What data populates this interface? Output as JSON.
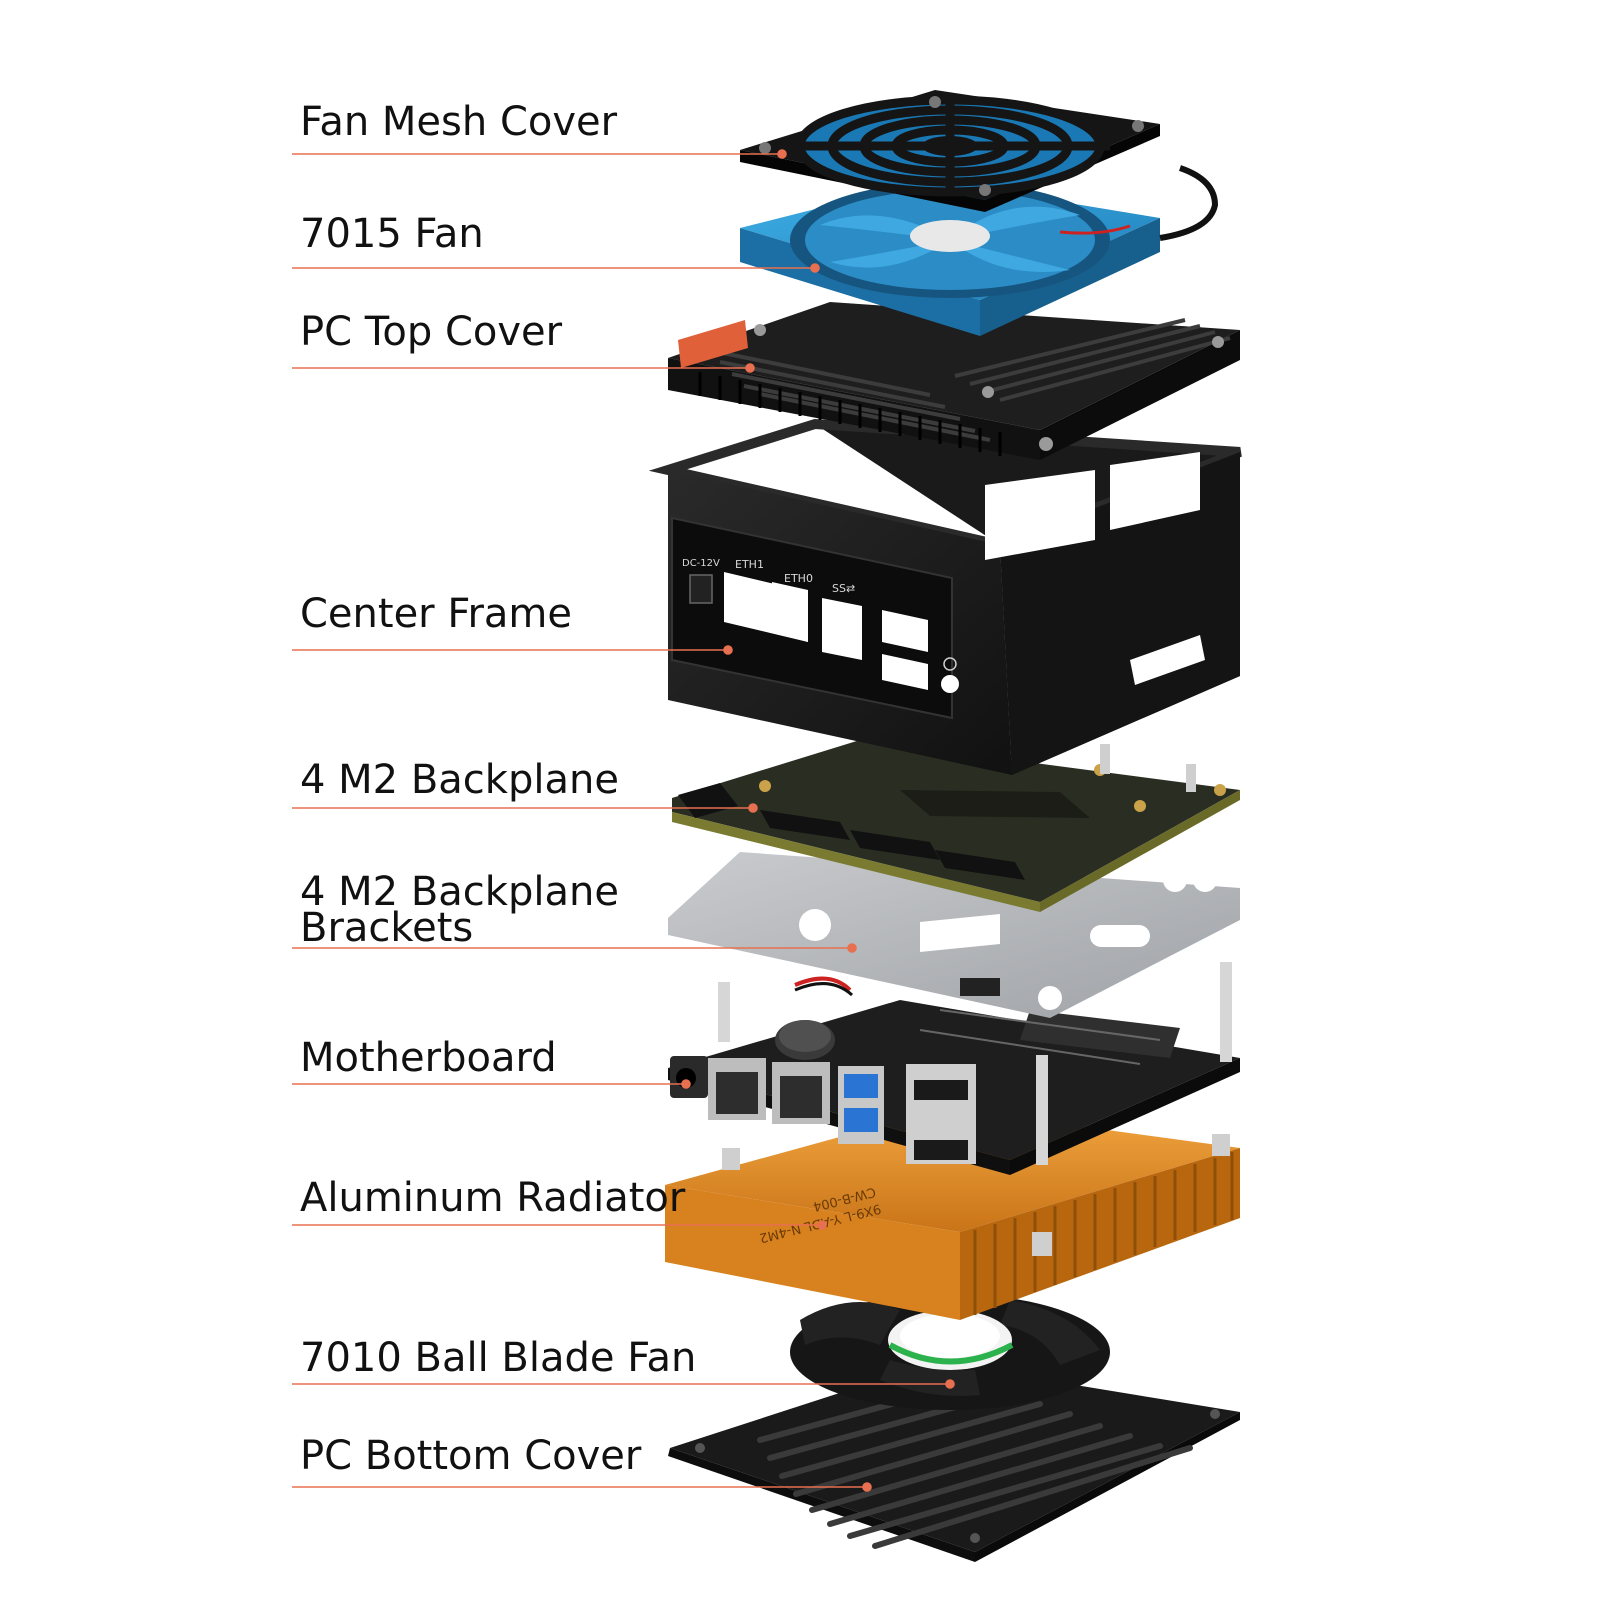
{
  "colors": {
    "leader": "#e87050",
    "label_text": "#111111",
    "fan_blue": "#2e9bd6",
    "radiator_orange": "#e8902a",
    "case_black": "#1c1c1c",
    "bracket_silver": "#b8babd",
    "pcb_green": "#5a6b3a",
    "motherboard": "#1e1e1e"
  },
  "parts": [
    {
      "id": "fan-mesh-cover",
      "label": "Fan Mesh Cover",
      "icon": "fan-grill"
    },
    {
      "id": "fan-7015",
      "label": "7015 Fan",
      "icon": "blue-fan"
    },
    {
      "id": "pc-top-cover",
      "label": "PC Top Cover",
      "icon": "heatsink-lid"
    },
    {
      "id": "center-frame",
      "label": "Center Frame",
      "icon": "case-frame"
    },
    {
      "id": "m2-backplane",
      "label": "4 M2 Backplane",
      "icon": "m2-board"
    },
    {
      "id": "m2-brackets",
      "label_lines": [
        "4 M2 Backplane",
        "Brackets"
      ],
      "icon": "metal-bracket"
    },
    {
      "id": "motherboard",
      "label": "Motherboard",
      "icon": "motherboard"
    },
    {
      "id": "aluminum-radiator",
      "label": "Aluminum Radiator",
      "icon": "radiator"
    },
    {
      "id": "ball-blade-fan",
      "label": "7010 Ball Blade Fan",
      "icon": "black-fan"
    },
    {
      "id": "pc-bottom-cover",
      "label": "PC Bottom Cover",
      "icon": "bottom-plate"
    }
  ],
  "frame_ports": {
    "dc": "DC-12V",
    "eth1": "ETH1",
    "eth0": "ETH0",
    "usb": "SS⇄"
  },
  "radiator_text": {
    "line1": "9X9-L Y-ADL N-4M2",
    "line2": "CW-B-004"
  }
}
